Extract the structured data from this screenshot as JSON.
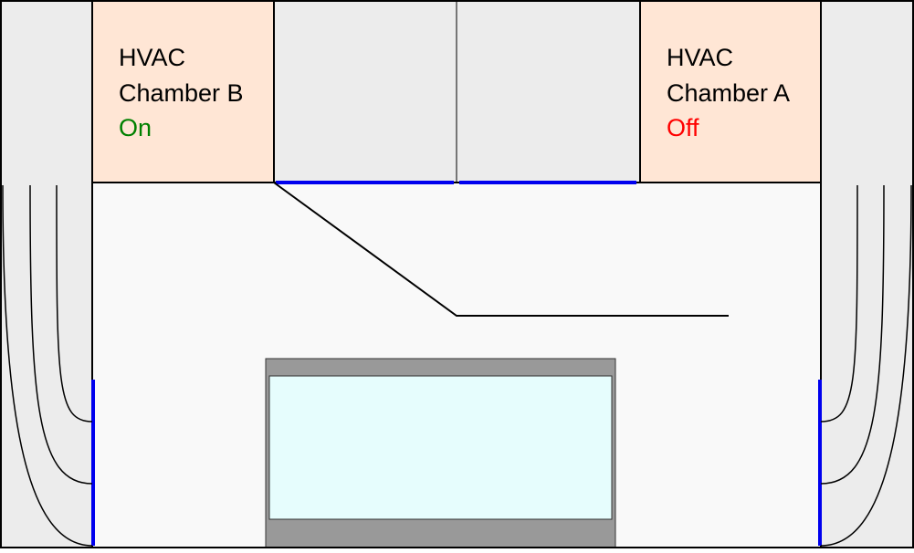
{
  "chambers": [
    {
      "name_line1": "HVAC",
      "name_line2": "Chamber B",
      "status": "On"
    },
    {
      "name_line1": "HVAC",
      "name_line2": "Chamber A",
      "status": "Off"
    }
  ],
  "colors": {
    "chamber_fill": "#ffe6d5",
    "side_panel_fill": "#ececec",
    "room_fill": "#f9f9f9",
    "vent_outline": "#0000ee",
    "status_on": "#008000",
    "status_off": "#ff0000",
    "unit_frame": "#999999",
    "unit_screen": "#e6fdfd"
  }
}
